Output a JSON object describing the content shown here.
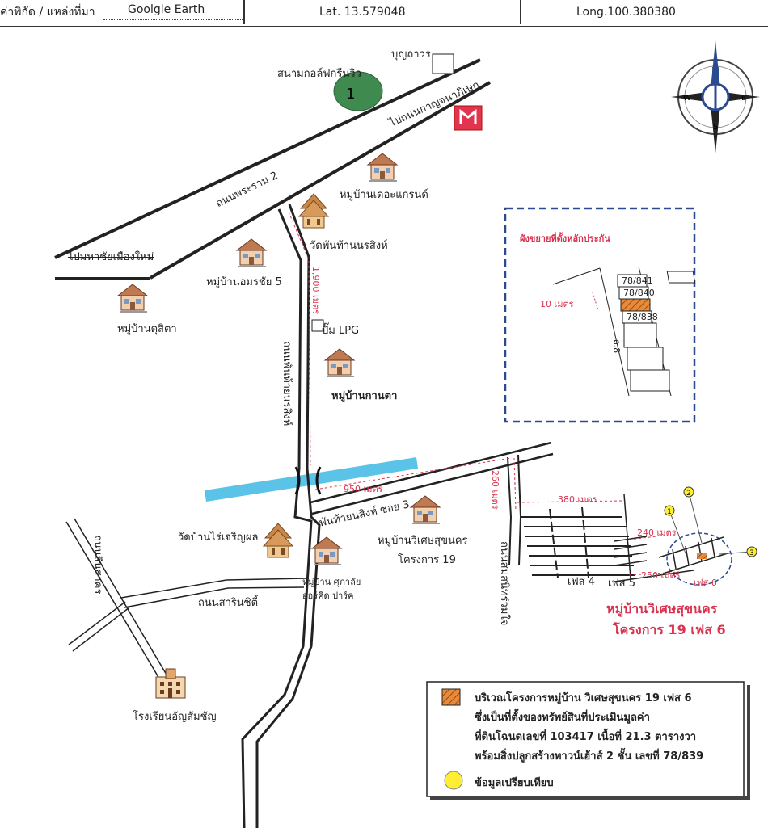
{
  "header": {
    "source_label": "ค่าพิกัด / แหล่งที่มา",
    "source_value": "Goolgle Earth",
    "lat": "Lat.  13.579048",
    "long": "Long.100.380380"
  },
  "map": {
    "road_rama2": "ถนนพระราม 2",
    "to_kanchana": "ไปถนนกาญจนาภิเษก",
    "to_mahachai": "ไปมหาชัยเมืองใหม่",
    "golf": "สนามกอล์ฟกรีนวิว",
    "buntaworn": "บุญถาวร",
    "the_grand": "หมู่บ้านเดอะแกรนด์",
    "wat_phanthai": "วัดพันท้านนรสิงห์",
    "amornchai": "หมู่บ้านอมรชัย 5",
    "dusita": "หมู่บ้านดุสิตา",
    "dist_1900": "1,900 เมตร",
    "lpg": "ปั๊ม LPG",
    "road_phanthai": "ถนนพันท้ายนรสิงห์",
    "kanta": "หมู่บ้านกานตา",
    "dist_950": "950 เมตร",
    "soi3": "พันท้ายนสิงห์ ซอย 3",
    "dist_260": "260 เมตร",
    "wisetsuk_l1": "หมู่บ้านวิเศษสุขนคร",
    "wisetsuk_l2": "โครงการ 19",
    "wat_rai": "วัดบ้านไร่เจริญผล",
    "supalai_l1": "หมู่บ้าน ศุภาลัย",
    "supalai_l2": "ออร์คิด ปาร์ค",
    "road_sarin": "ถนนสารินซิตี้",
    "road_sinsakorn": "ถนนสินสาคร",
    "school": "โรงเรียนอัญสัมชัญ",
    "road_samaeng": "ถนนสมสนิทร่วมใจ",
    "dist_380": "380 เมตร",
    "dist_240": "240 เมตร",
    "dist_250": "250 เมตร",
    "phase4": "เฟส 4",
    "phase5": "เฟส 5",
    "phase6": "เฟส 6",
    "project_title_l1": "หมู่บ้านวิเศษสุขนคร",
    "project_title_l2": "โครงการ 19 เฟส 6",
    "marker1": "1",
    "marker2": "2",
    "marker3": "3"
  },
  "compass": {
    "n": "N",
    "s": "S",
    "e": "E",
    "w": "W"
  },
  "inset": {
    "title": "ผังขยายที่ตั้งหลักประกัน",
    "lot1": "78/841",
    "lot2": "78/840",
    "lot3": "78/838",
    "width_label": "10 เมตร",
    "road_label": "ถ.8"
  },
  "legend": {
    "line1": "บริเวณโครงการหมู่บ้าน วิเศษสุขนคร 19 เฟส 6",
    "line2": "ซึ่งเป็นที่ตั้งของทรัพย์สินที่ประเมินมูลค่า",
    "line3": "ที่ดินโฉนดเลขที่  103417  เนื้อที่ 21.3 ตารางวา",
    "line4": "พร้อมสิ่งปลูกสร้างทาวน์เฮ้าส์ 2 ชั้น  เลขที่ 78/839",
    "line5": "ข้อมูลเปรียบเทียบ"
  },
  "colors": {
    "road": "#222222",
    "river": "#5bc3e8",
    "golf": "#3f8a4e",
    "red_label": "#d9334f",
    "inset_border": "#2b4a8f",
    "hatch": "#e88a3a",
    "comparison_dot": "#ffee33"
  }
}
